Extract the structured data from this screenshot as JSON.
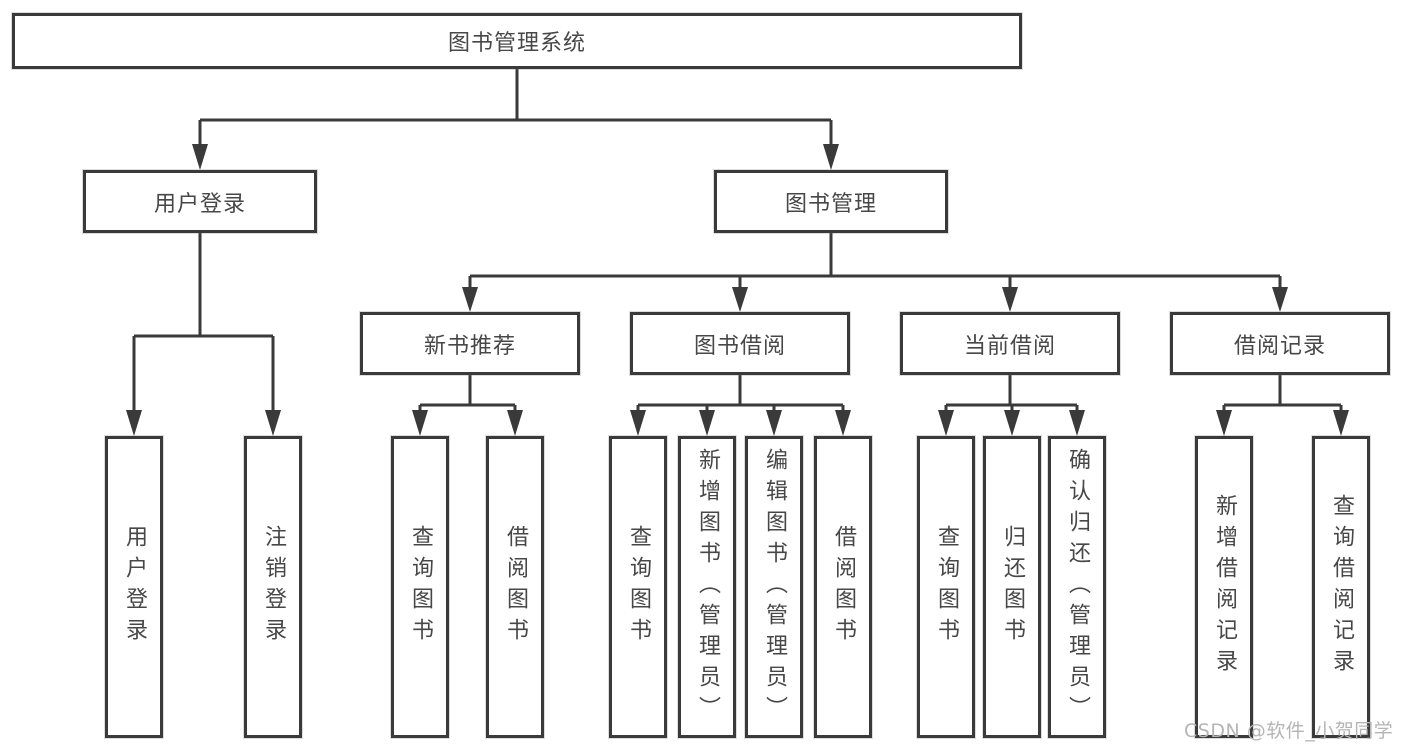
{
  "diagram": {
    "root": "图书管理系统",
    "level2": [
      "用户登录",
      "图书管理"
    ],
    "level3": [
      "新书推荐",
      "图书借阅",
      "当前借阅",
      "借阅记录"
    ],
    "user_children": [
      "用户登录",
      "注销登录"
    ],
    "newbook_children": [
      "查询图书",
      "借阅图书"
    ],
    "borrow_children": [
      "查询图书",
      "新增图书（管理员）",
      "编辑图书（管理员）",
      "借阅图书"
    ],
    "current_children": [
      "查询图书",
      "归还图书",
      "确认归还（管理员）"
    ],
    "record_children": [
      "新增借阅记录",
      "查询借阅记录"
    ]
  },
  "colors": {
    "line": "#3a3a3a",
    "text": "#474747",
    "watermark": "#b5b5b5"
  },
  "watermark": "CSDN @软件_小贺同学"
}
